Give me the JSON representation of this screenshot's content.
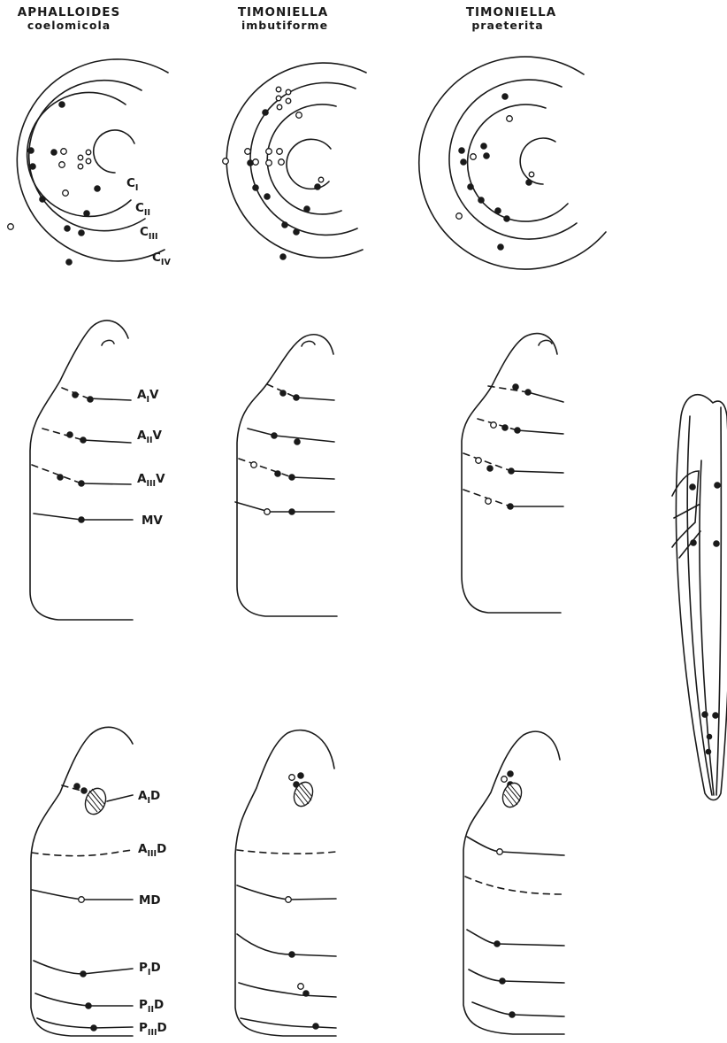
{
  "columns": [
    {
      "genus": "APHALLOIDES",
      "species": "coelomicola"
    },
    {
      "genus": "TIMONIELLA",
      "species": "imbutiforme"
    },
    {
      "genus": "TIMONIELLA",
      "species": "praeterita"
    }
  ],
  "circle_labels": [
    {
      "main": "C",
      "sub": "I"
    },
    {
      "main": "C",
      "sub": "II"
    },
    {
      "main": "C",
      "sub": "III"
    },
    {
      "main": "C",
      "sub": "IV"
    }
  ],
  "ventral_labels": [
    {
      "main": "A",
      "sub": "I",
      "end": "V"
    },
    {
      "main": "A",
      "sub": "II",
      "end": "V"
    },
    {
      "main": "A",
      "sub": "III",
      "end": "V"
    },
    {
      "main": "MV",
      "sub": "",
      "end": ""
    }
  ],
  "dorsal_labels": [
    {
      "main": "A",
      "sub": "I",
      "end": "D"
    },
    {
      "main": "A",
      "sub": "III",
      "end": "D"
    },
    {
      "main": "MD",
      "sub": "",
      "end": ""
    },
    {
      "main": "P",
      "sub": "I",
      "end": "D"
    },
    {
      "main": "P",
      "sub": "II",
      "end": "D"
    },
    {
      "main": "P",
      "sub": "III",
      "end": "D"
    }
  ]
}
